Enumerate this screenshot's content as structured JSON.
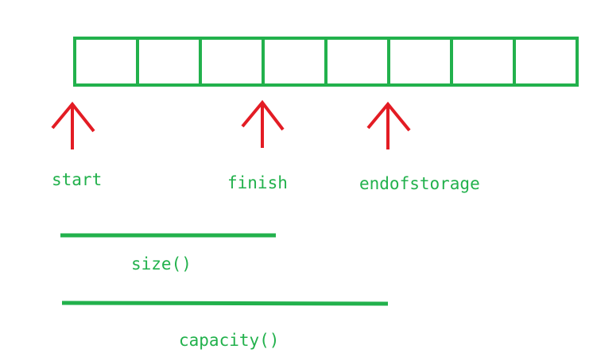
{
  "colors": {
    "cell_stroke": "#22b14c",
    "arrow": "#e31c24",
    "label_text": "#22b14c",
    "bar": "#22b14c"
  },
  "array": {
    "cell_count": 8
  },
  "pointers": [
    {
      "label": "start",
      "cell_index": 0
    },
    {
      "label": "finish",
      "cell_index": 3
    },
    {
      "label": "endofstorage",
      "cell_index": 5
    }
  ],
  "measures": {
    "size_label": "size()",
    "capacity_label": "capacity()"
  }
}
